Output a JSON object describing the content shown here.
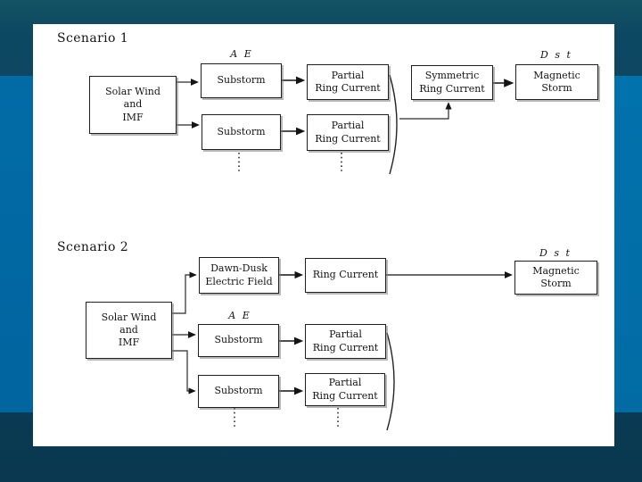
{
  "slide_type": "presentation-slide-with-flow-diagram",
  "colors": {
    "background_dark_blue": "#0C4460",
    "background_top_teal": "#135363",
    "left_accent_strip": "#026BA6",
    "right_accent_strip": "#0272AC",
    "slide_background": "#FFFFFF",
    "diagram_ink": "#1F1F1F"
  },
  "diagram": {
    "scenario1": {
      "title": "Scenario 1",
      "ae_label": "A E",
      "dst_label": "D s t",
      "nodes": {
        "solar_wind": "Solar Wind\nand\nIMF",
        "substorm_top": "Substorm",
        "substorm_bottom": "Substorm",
        "partial_ring_current_top": "Partial\nRing Current",
        "partial_ring_current_bottom": "Partial\nRing Current",
        "symmetric_ring_current": "Symmetric\nRing Current",
        "magnetic_storm": "Magnetic\nStorm"
      }
    },
    "scenario2": {
      "title": "Scenario 2",
      "ae_label": "A E",
      "dst_label": "D s t",
      "nodes": {
        "solar_wind": "Solar Wind\nand\nIMF",
        "dawn_dusk_electric_field": "Dawn-Dusk\nElectric Field",
        "ring_current": "Ring Current",
        "substorm_top": "Substorm",
        "substorm_bottom": "Substorm",
        "partial_ring_current_top": "Partial\nRing Current",
        "partial_ring_current_bottom": "Partial\nRing Current",
        "magnetic_storm": "Magnetic\nStorm"
      }
    }
  }
}
